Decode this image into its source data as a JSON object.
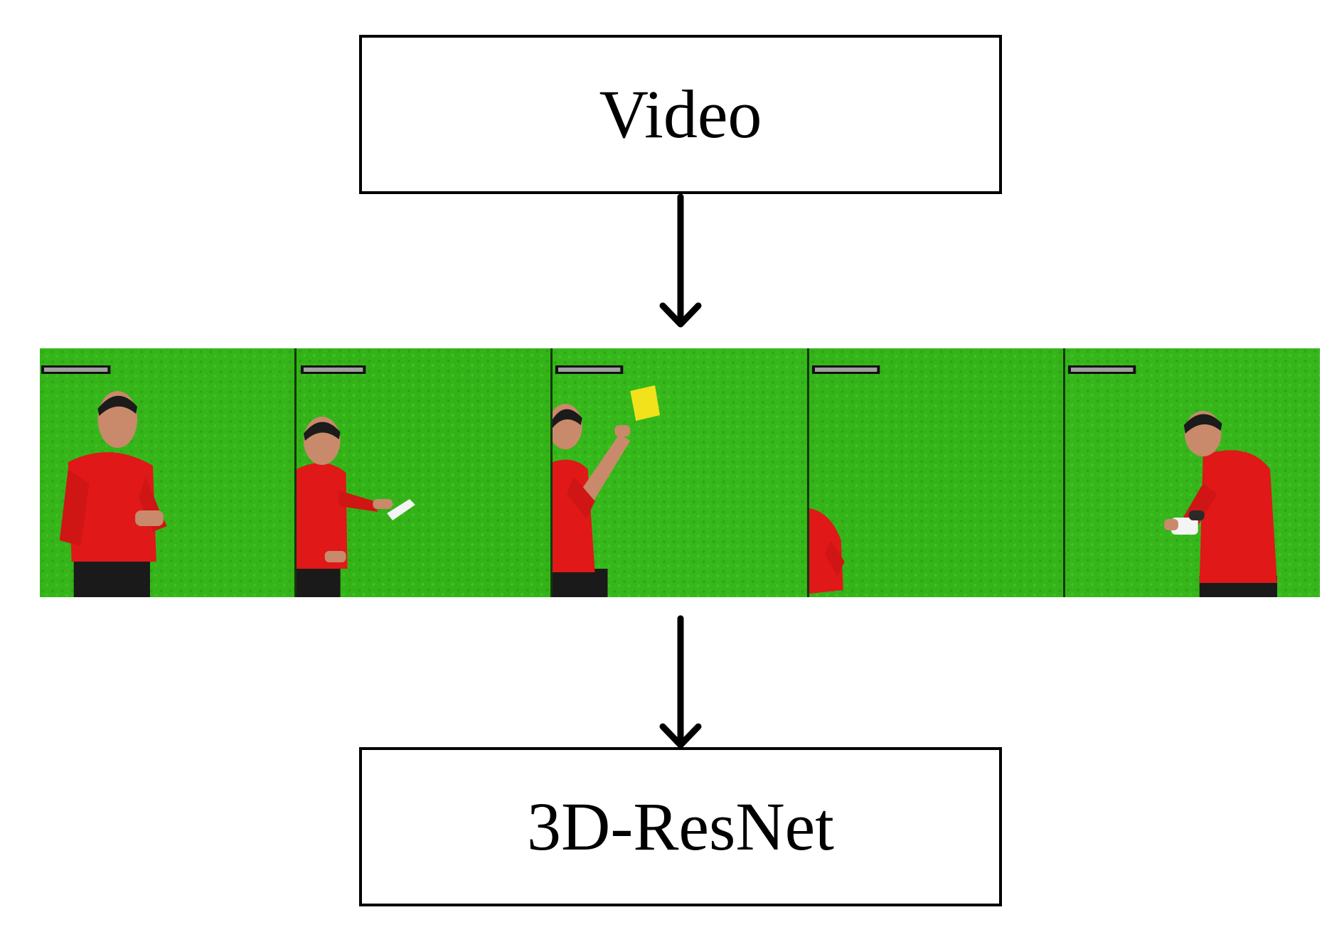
{
  "diagram": {
    "top_box": {
      "label": "Video"
    },
    "bottom_box": {
      "label": "3D-ResNet"
    },
    "frames": [
      {
        "id": "frame-1",
        "card": "none"
      },
      {
        "id": "frame-2",
        "card": "white"
      },
      {
        "id": "frame-3",
        "card": "yellow"
      },
      {
        "id": "frame-4",
        "card": "none"
      },
      {
        "id": "frame-5",
        "card": "none"
      }
    ],
    "colors": {
      "grass": "#35b51a",
      "grass_dark": "#2a9112",
      "shirt": "#e01818",
      "shorts": "#1a1a1a",
      "skin": "#c88a6a",
      "yellow_card": "#f2e21c",
      "border": "#000000"
    }
  }
}
